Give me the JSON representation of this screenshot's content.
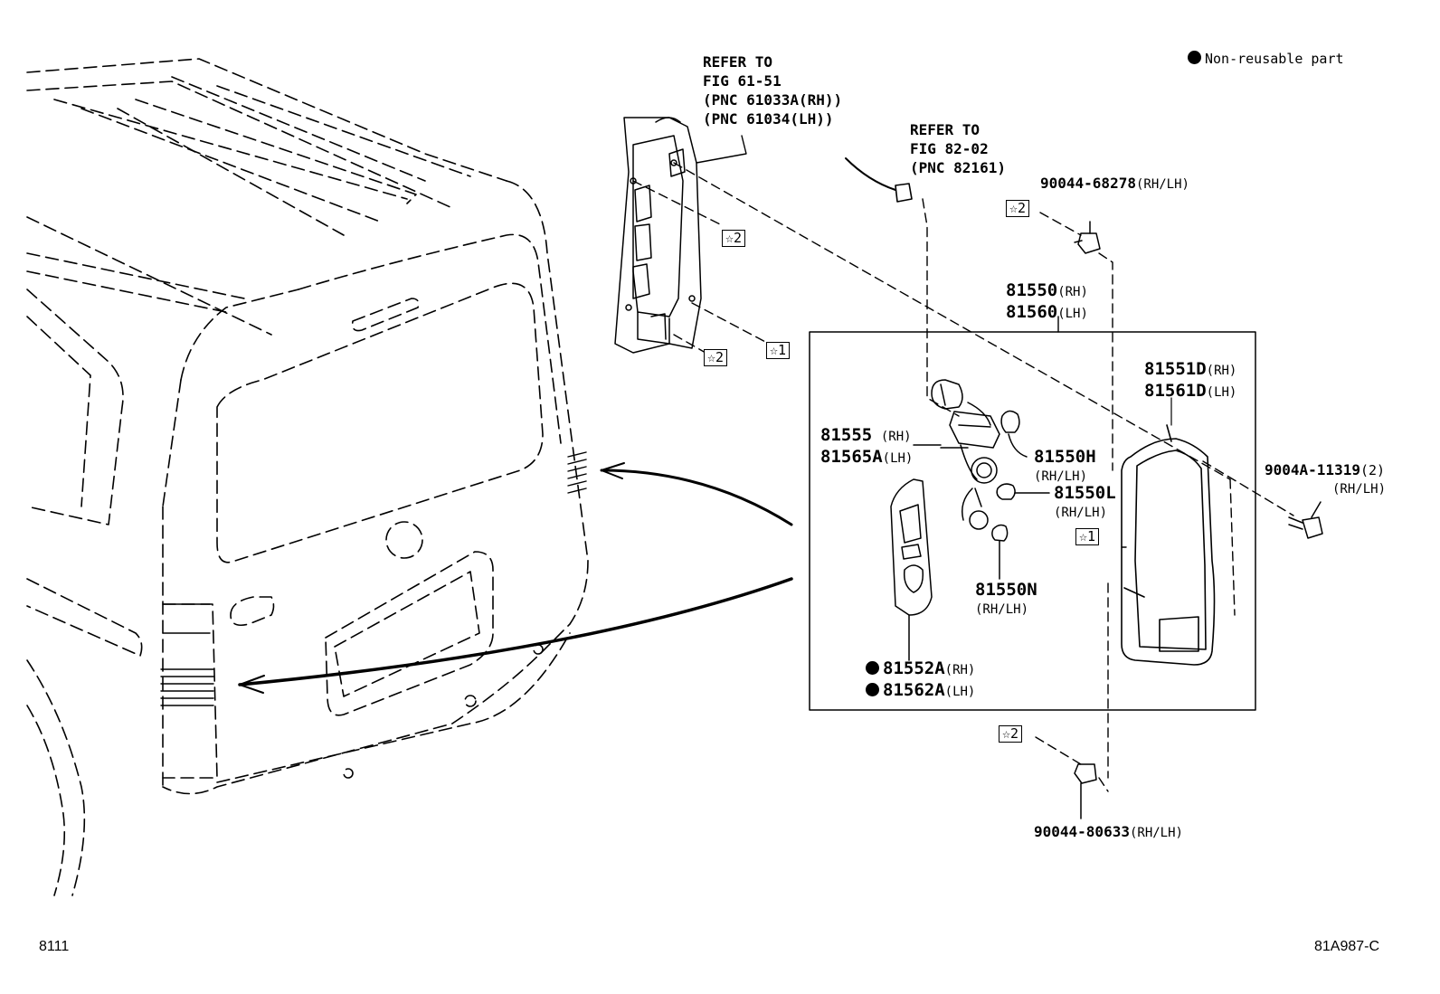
{
  "legend": {
    "text": "Non-reusable part"
  },
  "references": {
    "ref1": {
      "title": "REFER TO",
      "lines": [
        "FIG 61-51",
        "(PNC 61033A(RH))",
        "(PNC 61034(LH))"
      ]
    },
    "ref2": {
      "title": "REFER TO",
      "lines": [
        "FIG 82-02",
        "(PNC 82161)"
      ]
    }
  },
  "tags": {
    "star1": "☆1",
    "star2": "☆2"
  },
  "parts": {
    "p90044_68278": {
      "number": "90044-68278",
      "suffix": "(RH/LH)"
    },
    "p81550": {
      "rh": "81550",
      "rh_sfx": "(RH)",
      "lh": "81560",
      "lh_sfx": "(LH)"
    },
    "p81551D": {
      "rh": "81551D",
      "rh_sfx": "(RH)",
      "lh": "81561D",
      "lh_sfx": "(LH)"
    },
    "p81555": {
      "rh": "81555",
      "rh_sfx": "(RH)",
      "lh": "81565A",
      "lh_sfx": "(LH)"
    },
    "p81550H": {
      "number": "81550H",
      "suffix": "(RH/LH)"
    },
    "p81550L": {
      "number": "81550L",
      "suffix": "(RH/LH)"
    },
    "p81550N": {
      "number": "81550N",
      "suffix": "(RH/LH)"
    },
    "p9004A_11319": {
      "number": "9004A-11319",
      "qty": "(2)",
      "suffix": "(RH/LH)"
    },
    "p81552A": {
      "rh": "81552A",
      "rh_sfx": "(RH)",
      "lh": "81562A",
      "lh_sfx": "(LH)"
    },
    "p90044_80633": {
      "number": "90044-80633",
      "suffix": "(RH/LH)"
    }
  },
  "footer": {
    "left": "8111",
    "right": "81A987-C"
  }
}
